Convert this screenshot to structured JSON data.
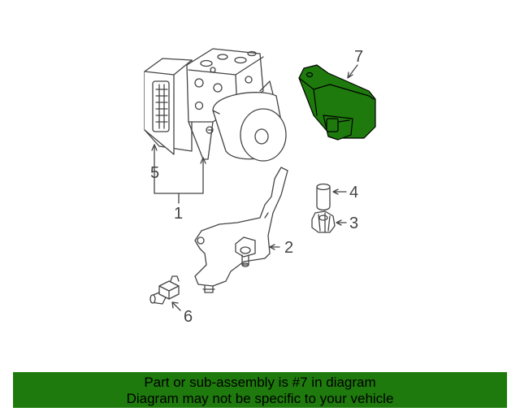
{
  "callouts": {
    "c1": "1",
    "c2": "2",
    "c3": "3",
    "c4": "4",
    "c5": "5",
    "c6": "6",
    "c7": "7"
  },
  "banner": {
    "line1": "Part or sub-assembly is #7 in diagram",
    "line2": "Diagram may not be specific to your vehicle"
  },
  "colors": {
    "highlight_part": "#1e7a0c",
    "banner_background": "#1e7a0c",
    "line_art": "#444444"
  }
}
